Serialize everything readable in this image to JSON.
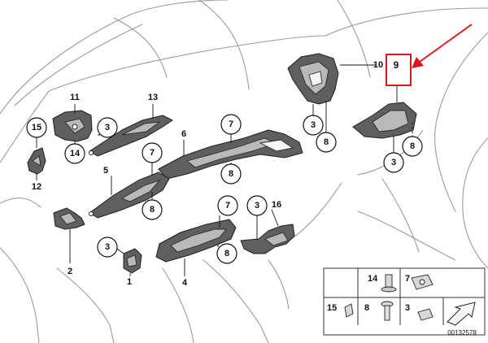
{
  "callouts": [
    {
      "id": "c15",
      "text": "15"
    },
    {
      "id": "c14",
      "text": "14"
    },
    {
      "id": "c3a",
      "text": "3"
    },
    {
      "id": "c3b",
      "text": "3"
    },
    {
      "id": "c7a",
      "text": "7"
    },
    {
      "id": "c7b",
      "text": "7"
    },
    {
      "id": "c8a",
      "text": "8"
    },
    {
      "id": "c8b",
      "text": "8"
    },
    {
      "id": "c3c",
      "text": "3"
    },
    {
      "id": "c8c",
      "text": "8"
    },
    {
      "id": "c8d",
      "text": "8"
    },
    {
      "id": "c3d",
      "text": "3"
    },
    {
      "id": "c7c",
      "text": "7"
    },
    {
      "id": "c3e",
      "text": "3"
    },
    {
      "id": "c8e",
      "text": "8"
    },
    {
      "id": "c3f",
      "text": "3"
    }
  ],
  "labels": [
    {
      "id": "l11",
      "text": "11"
    },
    {
      "id": "l13",
      "text": "13"
    },
    {
      "id": "l6",
      "text": "6"
    },
    {
      "id": "l12",
      "text": "12"
    },
    {
      "id": "l5",
      "text": "5"
    },
    {
      "id": "l10",
      "text": "10"
    },
    {
      "id": "l9",
      "text": "9"
    },
    {
      "id": "l16",
      "text": "16"
    },
    {
      "id": "l2",
      "text": "2"
    },
    {
      "id": "l1",
      "text": "1"
    },
    {
      "id": "l4",
      "text": "4"
    }
  ],
  "legend": {
    "items": [
      {
        "label": "14",
        "icon": "bolt-icon"
      },
      {
        "label": "7",
        "icon": "speed-nut-icon"
      },
      {
        "label": "15",
        "icon": "expanding-nut-icon"
      },
      {
        "label": "8",
        "icon": "screw-icon"
      },
      {
        "label": "3",
        "icon": "clip-nut-icon"
      }
    ],
    "corner_icon": "arrow-box-icon"
  },
  "document_number": "00132578",
  "highlight": {
    "color": "#e0141e"
  }
}
